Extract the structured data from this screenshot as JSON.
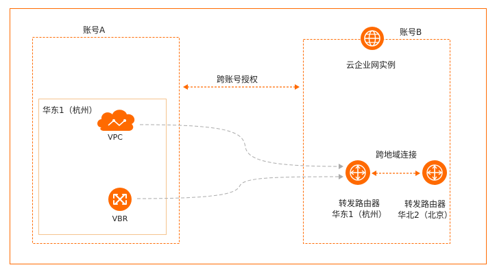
{
  "account_a": {
    "label": "账号A"
  },
  "account_b": {
    "label": "账号B"
  },
  "region_a": {
    "label": "华东1（杭州）"
  },
  "cen": {
    "label": "云企业网实例"
  },
  "cross_account": {
    "label": "跨账号授权"
  },
  "cross_region": {
    "label": "跨地域连接"
  },
  "vpc": {
    "label": "VPC"
  },
  "vbr": {
    "label": "VBR"
  },
  "tr_hz": {
    "line1": "转发路由器",
    "line2": "华东1（杭州）"
  },
  "tr_bj": {
    "line1": "转发路由器",
    "line2": "华北2（北京）"
  },
  "colors": {
    "accent": "#ff6a00",
    "region_border": "#f5c48e",
    "connector": "#aaaaaa"
  },
  "icons": {
    "cen": "globe-icon",
    "vpc": "cloud-icon",
    "vbr": "vbr-router-icon",
    "tr": "transit-router-icon"
  }
}
